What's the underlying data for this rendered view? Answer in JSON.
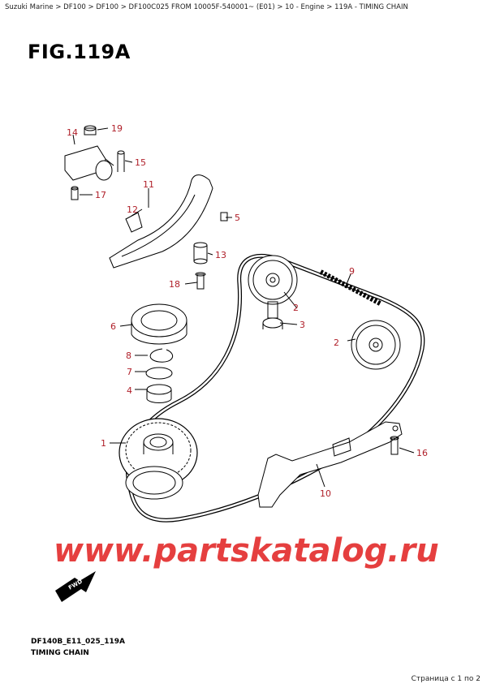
{
  "breadcrumb": "Suzuki Marine > DF100 > DF100 > DF100C025 FROM 10005F-540001~ (E01) > 10 - Engine > 119A - TIMING CHAIN",
  "figure": {
    "title": "FIG.119A"
  },
  "callouts": {
    "c1": "1",
    "c2a": "2",
    "c2b": "2",
    "c3": "3",
    "c4": "4",
    "c5": "5",
    "c6": "6",
    "c7": "7",
    "c8": "8",
    "c9": "9",
    "c10": "10",
    "c11": "11",
    "c12": "12",
    "c13": "13",
    "c14": "14",
    "c15": "15",
    "c16": "16",
    "c17": "17",
    "c18": "18",
    "c19": "19"
  },
  "watermark": "www.partskatalog.ru",
  "fwd": "FWD",
  "footer": {
    "code": "DF140B_E11_025_119A",
    "name": "TIMING CHAIN",
    "page": "Страница с 1 по 2"
  },
  "colors": {
    "callout": "#b0202a",
    "watermark": "#e32b2b",
    "line": "#000000"
  }
}
